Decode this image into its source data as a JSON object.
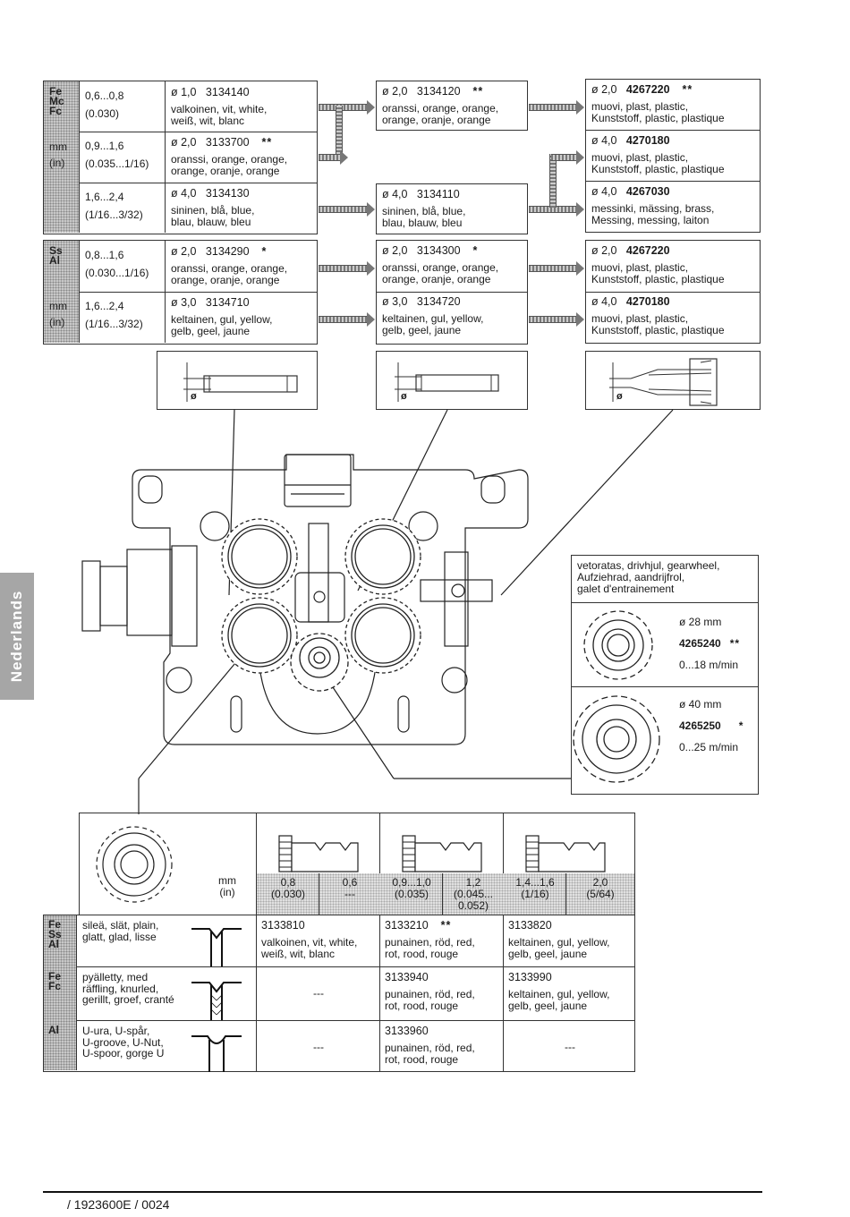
{
  "side_tab": {
    "language": "Nederlands"
  },
  "footer": {
    "doc_ref": "/ 1923600E / 0024"
  },
  "feed_roll_tables": {
    "group1": {
      "materials": [
        "Fe",
        "Mc",
        "Fc"
      ],
      "units": [
        "mm",
        "(in)"
      ],
      "rows": [
        {
          "wire_mm": "0,6...0,8",
          "wire_in": "(0.030)",
          "diam": "ø 1,0",
          "part": "3134140",
          "marker": "",
          "color": "valkoinen, vit, white,",
          "color2": "weiß, wit, blanc"
        },
        {
          "wire_mm": "0,9...1,6",
          "wire_in": "(0.035...1/16)",
          "diam": "ø 2,0",
          "part": "3133700",
          "marker": "**",
          "color": "oranssi, orange, orange,",
          "color2": "orange, oranje, orange"
        },
        {
          "wire_mm": "1,6...2,4",
          "wire_in": "(1/16...3/32)",
          "diam": "ø 4,0",
          "part": "3134130",
          "marker": "",
          "color": "sininen, blå, blue,",
          "color2": "blau, blauw, bleu"
        }
      ],
      "middle": [
        {
          "diam": "ø 2,0",
          "part": "3134120",
          "marker": "**",
          "color": "oranssi, orange, orange,",
          "color2": "orange, oranje, orange"
        },
        {
          "diam": "ø 4,0",
          "part": "3134110",
          "marker": "",
          "color": "sininen, blå, blue,",
          "color2": "blau, blauw, bleu"
        }
      ],
      "right": [
        {
          "diam": "ø 2,0",
          "part": "4267220",
          "marker": "**",
          "mat": "muovi, plast, plastic,",
          "mat2": "Kunststoff, plastic, plastique"
        },
        {
          "diam": "ø 4,0",
          "part": "4270180",
          "marker": "",
          "mat": "muovi, plast, plastic,",
          "mat2": "Kunststoff, plastic, plastique"
        },
        {
          "diam": "ø 4,0",
          "part": "4267030",
          "marker": "",
          "mat": "messinki, mässing, brass,",
          "mat2": "Messing, messing, laiton"
        }
      ]
    },
    "group2": {
      "materials": [
        "Ss",
        "Al"
      ],
      "units": [
        "mm",
        "(in)"
      ],
      "rows": [
        {
          "wire_mm": "0,8...1,6",
          "wire_in": "(0.030...1/16)",
          "diam": "ø 2,0",
          "part": "3134290",
          "marker": "*",
          "color": "oranssi, orange, orange,",
          "color2": "orange, oranje, orange"
        },
        {
          "wire_mm": "1,6...2,4",
          "wire_in": "(1/16...3/32)",
          "diam": "ø 3,0",
          "part": "3134710",
          "marker": "",
          "color": "keltainen, gul, yellow,",
          "color2": "gelb, geel, jaune"
        }
      ],
      "middle": [
        {
          "diam": "ø 2,0",
          "part": "3134300",
          "marker": "*",
          "color": "oranssi, orange, orange,",
          "color2": "orange, oranje, orange"
        },
        {
          "diam": "ø 3,0",
          "part": "3134720",
          "marker": "",
          "color": "keltainen, gul, yellow,",
          "color2": "gelb, geel, jaune"
        }
      ],
      "right": [
        {
          "diam": "ø 2,0",
          "part": "4267220",
          "marker": "",
          "mat": "muovi, plast, plastic,",
          "mat2": "Kunststoff, plastic, plastique"
        },
        {
          "diam": "ø 4,0",
          "part": "4270180",
          "marker": "",
          "mat": "muovi, plast, plastic,",
          "mat2": "Kunststoff, plastic, plastique"
        }
      ]
    }
  },
  "guide_tubes": {
    "diam_symbol": "ø"
  },
  "gearwheel": {
    "title": "vetoratas, drivhjul, gearwheel,",
    "title2": "Aufziehrad, aandrijfrol,",
    "title3": "galet d'entrainement",
    "items": [
      {
        "diam": "ø 28 mm",
        "part": "4265240",
        "marker": "**",
        "speed": "0...18 m/min"
      },
      {
        "diam": "ø 40 mm",
        "part": "4265250",
        "marker": "*",
        "speed": "0...25 m/min"
      }
    ]
  },
  "roll_table": {
    "unit_mm": "mm",
    "unit_in": "(in)",
    "groove_sizes": [
      {
        "mm": "0,8",
        "in": "(0.030)"
      },
      {
        "mm": "0,6",
        "in": "---"
      },
      {
        "mm": "0,9...1,0",
        "in": "(0.035)"
      },
      {
        "mm": "1,2",
        "in": "(0.045...",
        "in2": "0.052)"
      },
      {
        "mm": "1,4...1,6",
        "in": "(1/16)"
      },
      {
        "mm": "2,0",
        "in": "(5/64)"
      }
    ],
    "rows": [
      {
        "materials": [
          "Fe",
          "Ss",
          "Al"
        ],
        "type": [
          "sileä, slät, plain,",
          "glatt, glad, lisse"
        ],
        "c1": {
          "part": "3133810",
          "marker": "",
          "color": "valkoinen, vit, white,",
          "color2": "weiß, wit, blanc"
        },
        "c2": {
          "part": "3133210",
          "marker": "**",
          "color": "punainen, röd, red,",
          "color2": "rot, rood, rouge"
        },
        "c3": {
          "part": "3133820",
          "marker": "",
          "color": "keltainen, gul, yellow,",
          "color2": "gelb, geel, jaune"
        }
      },
      {
        "materials": [
          "Fe",
          "Fc"
        ],
        "type": [
          "pyälletty, med",
          "räffling, knurled,",
          "gerillt, groef, cranté"
        ],
        "c1": {
          "empty": "---"
        },
        "c2": {
          "part": "3133940",
          "marker": "",
          "color": "punainen, röd, red,",
          "color2": "rot, rood, rouge"
        },
        "c3": {
          "part": "3133990",
          "marker": "",
          "color": "keltainen, gul, yellow,",
          "color2": "gelb, geel, jaune"
        }
      },
      {
        "materials": [
          "Al"
        ],
        "type": [
          "U-ura, U-spår,",
          "U-groove, U-Nut,",
          "U-spoor, gorge U"
        ],
        "c1": {
          "empty": "---"
        },
        "c2": {
          "part": "3133960",
          "marker": "",
          "color": "punainen, röd, red,",
          "color2": "rot, rood, rouge"
        },
        "c3": {
          "empty": "---"
        }
      }
    ]
  }
}
